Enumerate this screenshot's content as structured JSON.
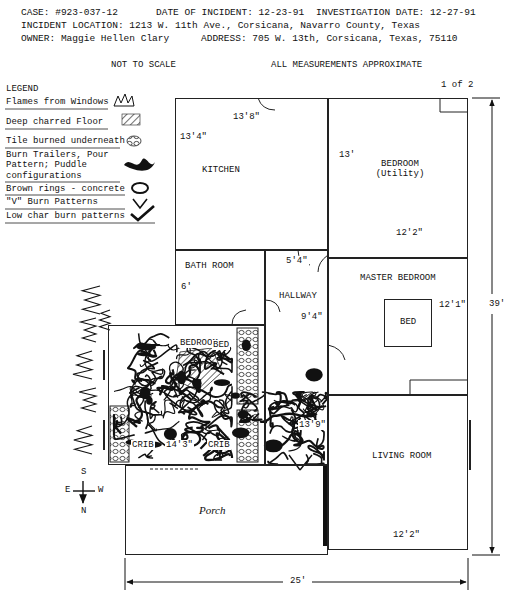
{
  "diagram": {
    "nodes": [
      {
        "text": [
          "KITCHEN"
        ]
      },
      {
        "text": [
          "BEDROOM (Utility)"
        ]
      },
      {
        "text": [
          "BATH ROOM"
        ]
      },
      {
        "text": [
          "HALLWAY"
        ]
      },
      {
        "text": [
          "MASTER BEDROOM"
        ]
      },
      {
        "text": [
          "BED"
        ],
        "in": 4
      },
      {
        "text": [
          "BEDROOM"
        ]
      },
      {
        "text": [
          "LIVING ROOM"
        ]
      },
      {
        "text": [
          "Porch"
        ]
      }
    ],
    "labels": [
      "CASE: #923-037-12",
      "DATE OF INCIDENT: 12-23-91",
      "INVESTIGATION DATE: 12-27-91",
      "INCIDENT LOCATION: 1213 W. 11th Ave., Corsicana, Navarro County, Texas",
      "OWNER: Maggie Hellen Clary",
      "ADDRESS: 705 W. 13th, Corsicana, Texas, 75110",
      "NOT TO SCALE",
      "ALL MEASUREMENTS APPROXIMATE",
      "1 of 2",
      "LEGEND",
      "13'8\"",
      "13'4\"",
      "13'",
      "12'2\"",
      "6'",
      "5'4\"",
      "9'4\"",
      "12'1\"",
      "13'9\"",
      "14'3\"",
      "12'2\"",
      "39'",
      "25'",
      "BED",
      "CRIB",
      "CRIB",
      "S",
      "E",
      "W",
      "N"
    ],
    "legend": [
      {
        "text": "Flames from Windows"
      },
      {
        "text": "Deep charred Floor"
      },
      {
        "text": "Tile burned underneath"
      },
      {
        "text": "Burn Trailers, Pour Pattern; Puddle configurations"
      },
      {
        "text": "Brown rings - concrete"
      },
      {
        "text": "\"V\" Burn Patterns"
      },
      {
        "text": "Low char burn patterns"
      }
    ]
  }
}
